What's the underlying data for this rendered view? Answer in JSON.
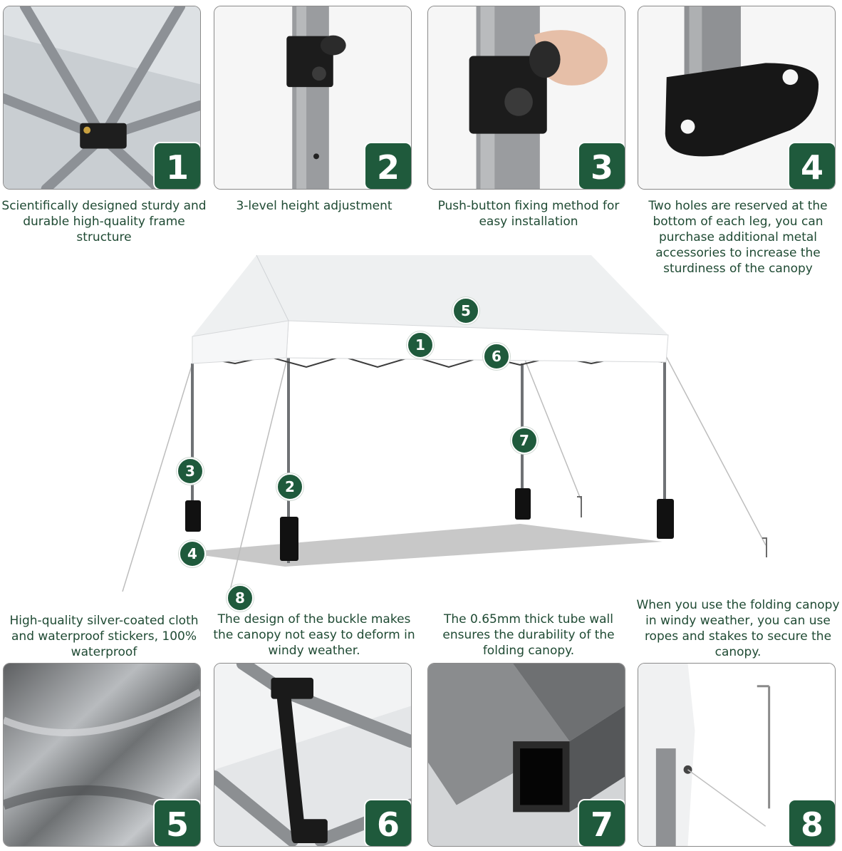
{
  "panels_top": [
    {
      "badge": "1",
      "caption": "Scientifically designed sturdy and durable high-quality frame structure"
    },
    {
      "badge": "2",
      "caption": "3-level height adjustment"
    },
    {
      "badge": "3",
      "caption": "Push-button fixing method for easy installation"
    },
    {
      "badge": "4",
      "caption": "Two holes are reserved at the bottom of each leg, you can purchase additional metal accessories to increase the sturdiness of the canopy"
    }
  ],
  "panels_bottom": [
    {
      "badge": "5",
      "caption": "High-quality silver-coated cloth and waterproof stickers, 100% waterproof"
    },
    {
      "badge": "6",
      "caption": "The design of the buckle makes the canopy not easy to deform in windy weather."
    },
    {
      "badge": "7",
      "caption": "The 0.65mm thick tube wall ensures the durability of the folding canopy."
    },
    {
      "badge": "8",
      "caption": "When you use the folding canopy in windy weather, you can use ropes and stakes to secure the canopy."
    }
  ],
  "tent_markers": [
    "1",
    "2",
    "3",
    "4",
    "5",
    "6",
    "7",
    "8"
  ],
  "colors": {
    "accent": "#1f5a3c",
    "caption": "#1f4a33",
    "border": "#8a8a8a"
  }
}
